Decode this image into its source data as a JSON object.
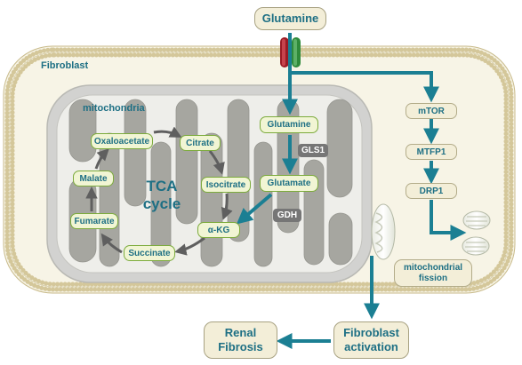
{
  "nodes": {
    "glutamine_top": "Glutamine",
    "glutamine_mito": "Glutamine",
    "glutamate": "Glutamate",
    "akg": "α-KG",
    "oxaloacetate": "Oxaloacetate",
    "citrate": "Citrate",
    "isocitrate": "Isocitrate",
    "malate": "Malate",
    "fumarate": "Fumarate",
    "succinate": "Succinate",
    "mtor": "mTOR",
    "mtfp1": "MTFP1",
    "drp1": "DRP1",
    "mito_fission": "mitochondrial fission",
    "fibroblast_activation": "Fibroblast activation",
    "renal_fibrosis": "Renal Fibrosis"
  },
  "enzymes": {
    "gls1": "GLS1",
    "gdh": "GDH"
  },
  "labels": {
    "fibroblast": "Fibroblast",
    "mitochondria": "mitochondria",
    "tca": "TCA cycle"
  },
  "colors": {
    "arrow": "#1b7f93",
    "cycle_arrow": "#5f5f5f",
    "membrane_head": "#d4c79a",
    "cell_fill": "#f7f4e6",
    "mito_outer": "#cfcfcf",
    "mito_inner": "#d8d8d0",
    "cristae": "#a9a9a3",
    "node_green_fill": "#f1f5d4",
    "node_green_border": "#7cab3c",
    "node_beige_fill": "#f3eed8",
    "text": "#1d6f84",
    "transporter_red": "#9b1b24",
    "transporter_green": "#2f8a3a"
  }
}
